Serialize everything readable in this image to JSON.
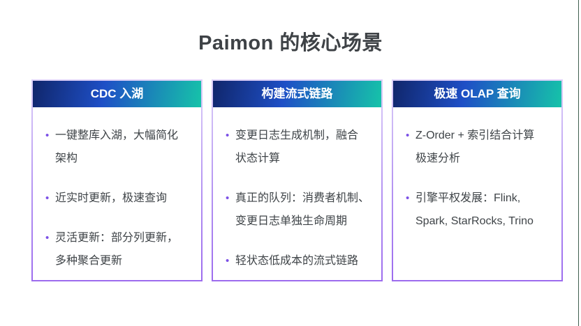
{
  "slide": {
    "title": "Paimon 的核心场景",
    "bullet_char": "•",
    "colors": {
      "header_gradient_start": "#10266b",
      "header_gradient_mid": "#1e4fc6",
      "header_gradient_end": "#16c3a9",
      "header_text": "#ffffff",
      "card_border_top": "#dccff8",
      "card_border_bottom": "#9c6bee",
      "bullet_dot": "#7b50e6",
      "body_text": "#3f4448",
      "title_text": "#3e4246",
      "right_edge_line": "#41604f"
    },
    "cards": [
      {
        "header": "CDC 入湖",
        "bullets": [
          "一键整库入湖，大幅简化\n架构",
          "近实时更新，极速查询",
          "灵活更新：部分列更新，\n多种聚合更新"
        ]
      },
      {
        "header": "构建流式链路",
        "bullets": [
          "变更日志生成机制，融合\n状态计算",
          "真正的队列：消费者机制、\n变更日志单独生命周期",
          "轻状态低成本的流式链路"
        ]
      },
      {
        "header": "极速 OLAP 查询",
        "bullets": [
          "Z-Order + 索引结合计算\n极速分析",
          "引擎平权发展：Flink,\nSpark, StarRocks, Trino"
        ]
      }
    ]
  }
}
